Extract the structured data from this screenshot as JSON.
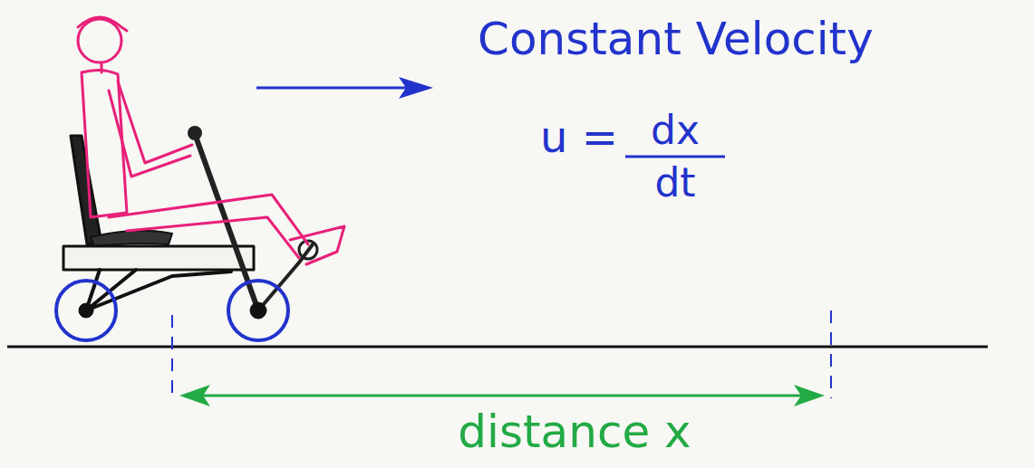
{
  "diagram": {
    "labels": [
      "Constant Velocity",
      "u =",
      "dx",
      "dt",
      "distance x"
    ]
  }
}
